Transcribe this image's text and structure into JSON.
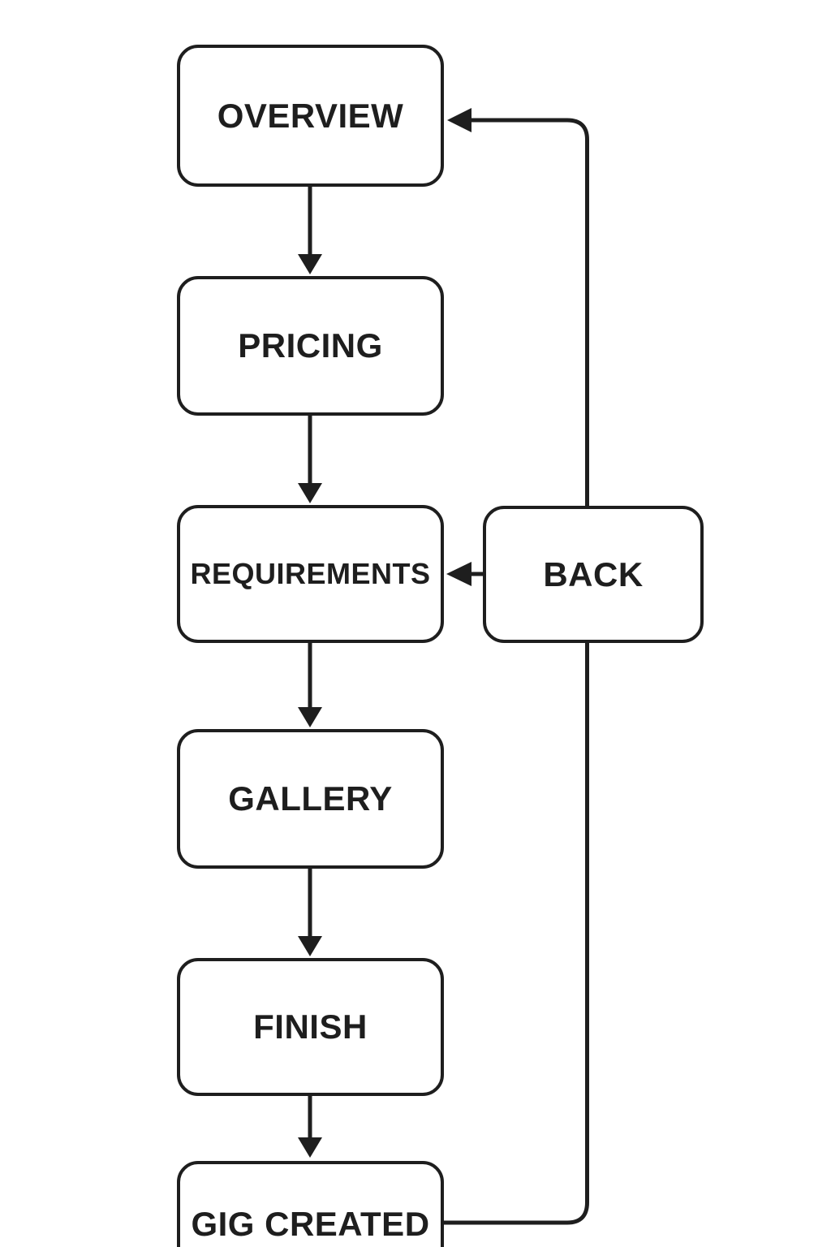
{
  "colors": {
    "background": "#ffffff",
    "stroke": "#1e1e1e",
    "text": "#1e1e1e"
  },
  "nodes": [
    {
      "id": "overview",
      "label": "OVERVIEW"
    },
    {
      "id": "pricing",
      "label": "PRICING"
    },
    {
      "id": "requirements",
      "label": "REQUIREMENTS"
    },
    {
      "id": "gallery",
      "label": "GALLERY"
    },
    {
      "id": "finish",
      "label": "FINISH"
    },
    {
      "id": "gig-created",
      "label": "GIG CREATED"
    },
    {
      "id": "back",
      "label": "BACK"
    }
  ],
  "edges": [
    {
      "from": "OVERVIEW",
      "to": "PRICING",
      "style": "arrow-down"
    },
    {
      "from": "PRICING",
      "to": "REQUIREMENTS",
      "style": "arrow-down"
    },
    {
      "from": "REQUIREMENTS",
      "to": "GALLERY",
      "style": "arrow-down"
    },
    {
      "from": "GALLERY",
      "to": "FINISH",
      "style": "arrow-down"
    },
    {
      "from": "FINISH",
      "to": "GIG CREATED",
      "style": "arrow-down"
    },
    {
      "from": "BACK",
      "to": "REQUIREMENTS",
      "style": "arrow-left"
    },
    {
      "from": "GIG CREATED",
      "to": "OVERVIEW",
      "style": "arrow-left",
      "route": "right-side-loop-through-back"
    }
  ]
}
